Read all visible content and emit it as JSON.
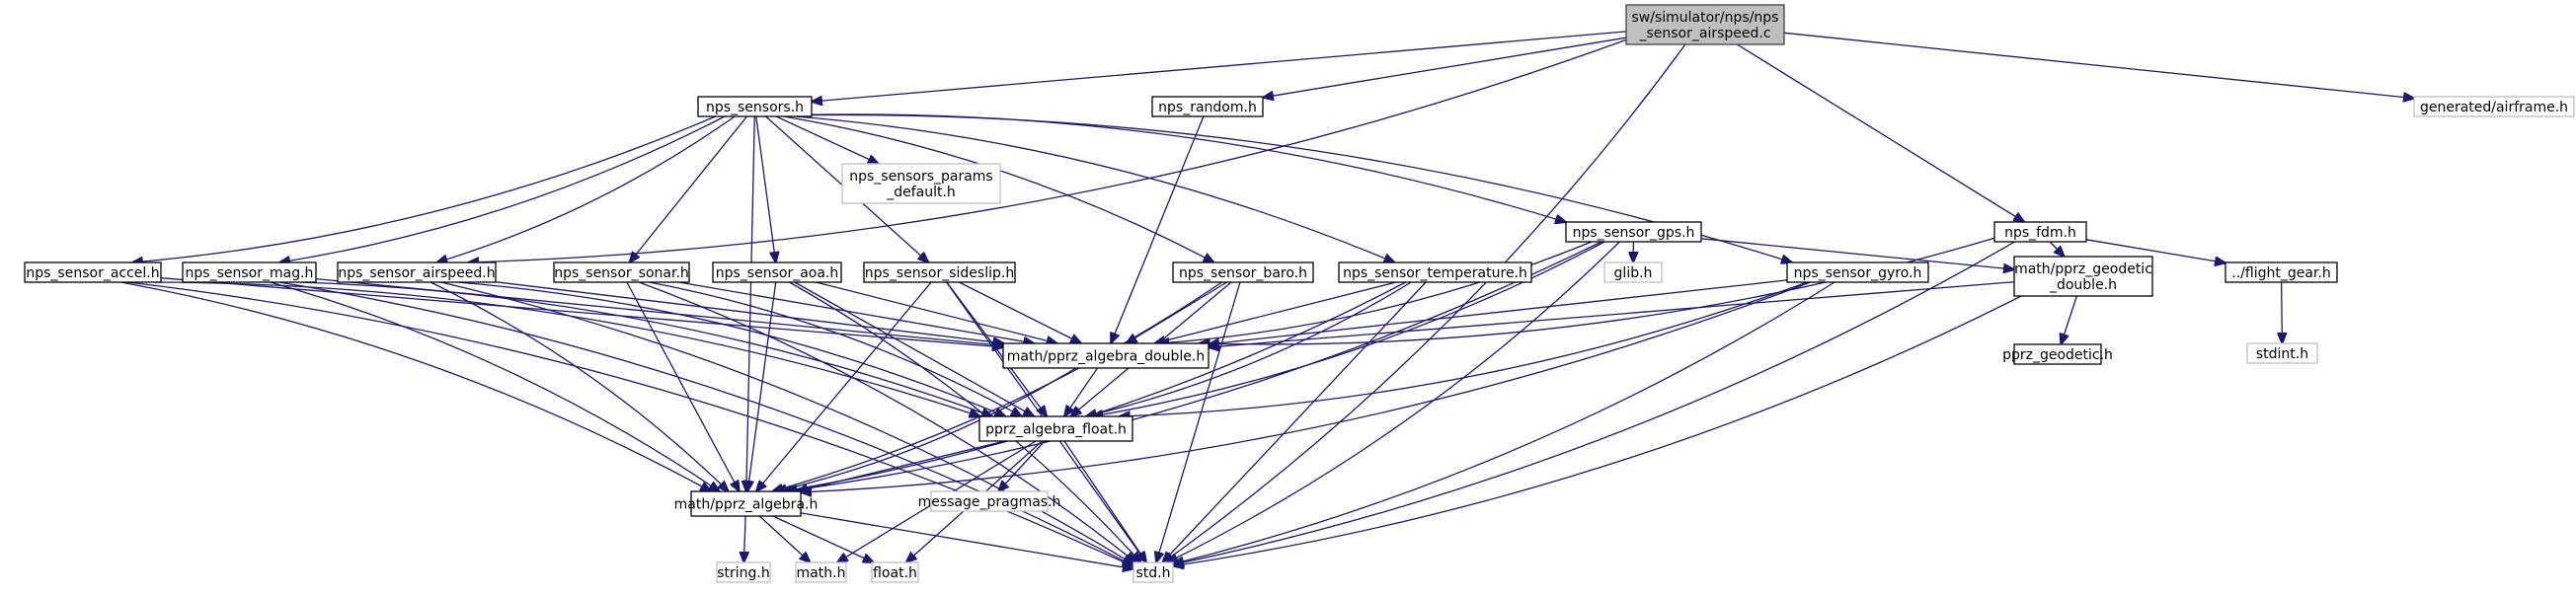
{
  "graph": {
    "title": "sw/simulator/nps/nps_sensor_airspeed.c include dependency graph",
    "edge_color": "#191970",
    "root_fill": "#bfbfbf",
    "external_border": "#bfbfbf",
    "nodes": [
      {
        "id": "root",
        "lines": [
          "sw/simulator/nps/nps",
          "_sensor_airspeed.c"
        ],
        "kind": "root"
      },
      {
        "id": "nps_sensors",
        "lines": [
          "nps_sensors.h"
        ],
        "kind": "local"
      },
      {
        "id": "nps_random",
        "lines": [
          "nps_random.h"
        ],
        "kind": "local"
      },
      {
        "id": "airframe",
        "lines": [
          "generated/airframe.h"
        ],
        "kind": "external"
      },
      {
        "id": "nps_fdm",
        "lines": [
          "nps_fdm.h"
        ],
        "kind": "local"
      },
      {
        "id": "params_default",
        "lines": [
          "nps_sensors_params",
          "_default.h"
        ],
        "kind": "external"
      },
      {
        "id": "gps",
        "lines": [
          "nps_sensor_gps.h"
        ],
        "kind": "local"
      },
      {
        "id": "accel",
        "lines": [
          "nps_sensor_accel.h"
        ],
        "kind": "local"
      },
      {
        "id": "mag",
        "lines": [
          "nps_sensor_mag.h"
        ],
        "kind": "local"
      },
      {
        "id": "airspeed",
        "lines": [
          "nps_sensor_airspeed.h"
        ],
        "kind": "local"
      },
      {
        "id": "sonar",
        "lines": [
          "nps_sensor_sonar.h"
        ],
        "kind": "local"
      },
      {
        "id": "aoa",
        "lines": [
          "nps_sensor_aoa.h"
        ],
        "kind": "local"
      },
      {
        "id": "sideslip",
        "lines": [
          "nps_sensor_sideslip.h"
        ],
        "kind": "local"
      },
      {
        "id": "baro",
        "lines": [
          "nps_sensor_baro.h"
        ],
        "kind": "local"
      },
      {
        "id": "temperature",
        "lines": [
          "nps_sensor_temperature.h"
        ],
        "kind": "local"
      },
      {
        "id": "glib",
        "lines": [
          "glib.h"
        ],
        "kind": "external"
      },
      {
        "id": "gyro",
        "lines": [
          "nps_sensor_gyro.h"
        ],
        "kind": "local"
      },
      {
        "id": "geodetic_double",
        "lines": [
          "math/pprz_geodetic",
          "_double.h"
        ],
        "kind": "local"
      },
      {
        "id": "flight_gear",
        "lines": [
          "../flight_gear.h"
        ],
        "kind": "local"
      },
      {
        "id": "algebra_double",
        "lines": [
          "math/pprz_algebra_double.h"
        ],
        "kind": "local"
      },
      {
        "id": "geodetic",
        "lines": [
          "pprz_geodetic.h"
        ],
        "kind": "local"
      },
      {
        "id": "stdint",
        "lines": [
          "stdint.h"
        ],
        "kind": "external"
      },
      {
        "id": "algebra_float",
        "lines": [
          "pprz_algebra_float.h"
        ],
        "kind": "local"
      },
      {
        "id": "algebra",
        "lines": [
          "math/pprz_algebra.h"
        ],
        "kind": "local"
      },
      {
        "id": "message_pragmas",
        "lines": [
          "message_pragmas.h"
        ],
        "kind": "external"
      },
      {
        "id": "string",
        "lines": [
          "string.h"
        ],
        "kind": "external"
      },
      {
        "id": "math",
        "lines": [
          "math.h"
        ],
        "kind": "external"
      },
      {
        "id": "float",
        "lines": [
          "float.h"
        ],
        "kind": "external"
      },
      {
        "id": "std",
        "lines": [
          "std.h"
        ],
        "kind": "external"
      }
    ],
    "edges": [
      [
        "root",
        "nps_sensors"
      ],
      [
        "root",
        "nps_random"
      ],
      [
        "root",
        "airframe"
      ],
      [
        "root",
        "nps_fdm"
      ],
      [
        "root",
        "airspeed"
      ],
      [
        "root",
        "std"
      ],
      [
        "nps_sensors",
        "params_default"
      ],
      [
        "nps_sensors",
        "gps"
      ],
      [
        "nps_sensors",
        "accel"
      ],
      [
        "nps_sensors",
        "mag"
      ],
      [
        "nps_sensors",
        "airspeed"
      ],
      [
        "nps_sensors",
        "sonar"
      ],
      [
        "nps_sensors",
        "aoa"
      ],
      [
        "nps_sensors",
        "sideslip"
      ],
      [
        "nps_sensors",
        "baro"
      ],
      [
        "nps_sensors",
        "temperature"
      ],
      [
        "nps_sensors",
        "gyro"
      ],
      [
        "nps_sensors",
        "algebra"
      ],
      [
        "nps_random",
        "algebra_double"
      ],
      [
        "nps_fdm",
        "algebra_double"
      ],
      [
        "nps_fdm",
        "geodetic_double"
      ],
      [
        "nps_fdm",
        "flight_gear"
      ],
      [
        "nps_fdm",
        "std"
      ],
      [
        "gps",
        "algebra_double"
      ],
      [
        "gps",
        "glib"
      ],
      [
        "gps",
        "geodetic_double"
      ],
      [
        "gps",
        "algebra_float"
      ],
      [
        "gps",
        "algebra"
      ],
      [
        "gps",
        "std"
      ],
      [
        "accel",
        "algebra_double"
      ],
      [
        "accel",
        "algebra_float"
      ],
      [
        "accel",
        "algebra"
      ],
      [
        "accel",
        "std"
      ],
      [
        "mag",
        "algebra_double"
      ],
      [
        "mag",
        "algebra_float"
      ],
      [
        "mag",
        "algebra"
      ],
      [
        "mag",
        "std"
      ],
      [
        "airspeed",
        "algebra_double"
      ],
      [
        "airspeed",
        "algebra_float"
      ],
      [
        "airspeed",
        "algebra"
      ],
      [
        "airspeed",
        "std"
      ],
      [
        "sonar",
        "algebra_double"
      ],
      [
        "sonar",
        "algebra_float"
      ],
      [
        "sonar",
        "algebra"
      ],
      [
        "sonar",
        "std"
      ],
      [
        "aoa",
        "algebra_double"
      ],
      [
        "aoa",
        "algebra_float"
      ],
      [
        "aoa",
        "algebra"
      ],
      [
        "aoa",
        "std"
      ],
      [
        "sideslip",
        "algebra_double"
      ],
      [
        "sideslip",
        "algebra_float"
      ],
      [
        "sideslip",
        "algebra"
      ],
      [
        "sideslip",
        "std"
      ],
      [
        "baro",
        "algebra_double"
      ],
      [
        "baro",
        "algebra_float"
      ],
      [
        "baro",
        "algebra"
      ],
      [
        "baro",
        "std"
      ],
      [
        "temperature",
        "algebra_double"
      ],
      [
        "temperature",
        "algebra_float"
      ],
      [
        "temperature",
        "algebra"
      ],
      [
        "temperature",
        "std"
      ],
      [
        "gyro",
        "algebra_double"
      ],
      [
        "gyro",
        "algebra_float"
      ],
      [
        "gyro",
        "algebra"
      ],
      [
        "gyro",
        "std"
      ],
      [
        "geodetic_double",
        "algebra_double"
      ],
      [
        "geodetic_double",
        "geodetic"
      ],
      [
        "geodetic_double",
        "std"
      ],
      [
        "flight_gear",
        "stdint"
      ],
      [
        "algebra_double",
        "algebra_float"
      ],
      [
        "algebra_double",
        "algebra"
      ],
      [
        "algebra_float",
        "algebra"
      ],
      [
        "algebra_float",
        "message_pragmas"
      ],
      [
        "algebra_float",
        "math"
      ],
      [
        "algebra_float",
        "float"
      ],
      [
        "algebra_float",
        "std"
      ],
      [
        "algebra",
        "string"
      ],
      [
        "algebra",
        "math"
      ],
      [
        "algebra",
        "float"
      ],
      [
        "algebra",
        "std"
      ]
    ]
  }
}
